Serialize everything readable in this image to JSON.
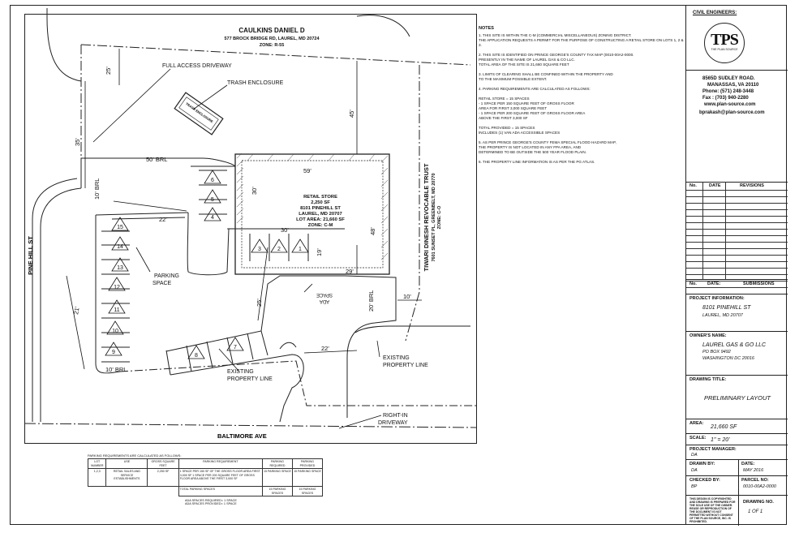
{
  "site": {
    "owner_north_name": "CAULKINS DANIEL D",
    "owner_north_address": "577 BROCK BRIDGE RD, LAUREL, MD 20724",
    "owner_north_zone": "ZONE: R-55",
    "owner_east_name": "TIWARI DINESH REVOCABLE TRUST",
    "owner_east_address": "7601 SUNSET PL, GREENBELT, MD 20770",
    "owner_east_zone": "ZONE: C-O",
    "street_west": "PINE HILL ST",
    "street_south": "BALTIMORE AVE",
    "store_lines": [
      "RETAIL STORE",
      "2,250 SF",
      "8101 PINEHILL ST",
      "LAUREL, MD 20707",
      "LOT AREA: 21,660 SF",
      "ZONE: C-M"
    ],
    "labels": {
      "full_access_driveway": "FULL ACCESS DRIVEWAY",
      "trash_enclosure": "TRASH ENCLOSURE",
      "trash_box": "TRASH ENCLOSURE",
      "parking_space": [
        "PARKING",
        "SPACE"
      ],
      "ada_space": [
        "ADA",
        "SPACE"
      ],
      "existing_property_line_1": [
        "EXISTING",
        "PROPERTY LINE"
      ],
      "existing_property_line_2": [
        "EXISTING",
        "PROPERTY LINE"
      ],
      "right_in_driveway": [
        "RIGHT-IN",
        "DRIVEWAY"
      ]
    },
    "dimensions": {
      "d25_top": "25'",
      "d35": "35'",
      "d45": "45'",
      "brl50": "50' BRL",
      "brl10_top": "10' BRL",
      "d59": "59'",
      "d30_left": "30'",
      "d48": "48'",
      "d22_top": "22'",
      "d30_mid": "30'",
      "d19": "19'",
      "d29": "29'",
      "brl20": "20' BRL",
      "d10_right": "10'",
      "d25_mid": "25'",
      "d21": "21'",
      "d22_bottom": "22'",
      "brl10_bottom": "10' BRL"
    },
    "parking_numbers": [
      "1",
      "2",
      "3",
      "4",
      "5",
      "6",
      "7",
      "8",
      "9",
      "10",
      "11",
      "12",
      "13",
      "14",
      "15"
    ]
  },
  "notes": {
    "title": "NOTES",
    "items": [
      "1. THIS SITE IS WITHIN THE C-M (COMMERCIAL MISCELLANEOUS) ZONING DISTRICT.\n   THE APPLICATION REQUESTS A PERMIT FOR THE PURPOSE OF CONSTRUCTING A RETAIL STORE ON LOTS 1, 2 & 3.",
      "2. THIS SITE IS IDENTIFIED ON PRINCE GEORGE'S COUNTY TAX MAP (0010-00A2-0000.\n   PRESENTLY IN THE NAME OF LAUREL GAS & CO LLC.\n   TOTAL AREA OF THE SITE IS 21,660 SQUARE FEET",
      "3. LIMITS OF CLEARING SHALL BE CONFINED WITHIN THE PROPERTY AND\n   TO THE MAXIMUM POSSIBLE EXTENT.",
      "4. PARKING REQUIREMENTS ARE CALCULATED AS FOLLOWS:\n\n        RETAIL STORE  = 15 SPACES\n        - 1 SPACE PER 150 SQUARE FEET OF GROSS FLOOR\n          AREA FOR FIRST 3,000 SQUARE FEET\n        - 1 SPACE PER 200 SQUARE FEET OF GROSS FLOOR AREA\n          ABOVE THE FIRST 3,000 SF\n\n              TOTAL PROVIDED = 15 SPACES\n        INCLUDES (1) VAN ADA ACCESSIBLE SPACES",
      "5. AS PER PRINCE GEORGE'S COUNTY FEMA SPECIAL FLOOD HAZARD MAP,\n   THE PROPERTY IS NOT LOCATED IN ANY FPA AREA, AND\n   DETERMINED TO BE OUTSIDE THE 500 YEAR FLOOD PLAIN.",
      "6. THE PROPERTY LINE INFORMATION IS AS PER THE PG ATLAS."
    ]
  },
  "title_block": {
    "civil_engineers": "CIVIL ENGINEERS:",
    "logo_letters": "TPS",
    "logo_sub": "THE PLAN SOURCE",
    "address_line1": "8565D SUDLEY ROAD.",
    "address_line2": "MANASSAS, VA  20110",
    "phone": "Phone: (571) 248-3448",
    "fax": "Fax : (703) 940-2280",
    "web": "www.plan-source.com",
    "email": "bprakash@plan-source.com",
    "revisions_headers": [
      "No.",
      "DATE",
      "REVISIONS"
    ],
    "submissions_headers": [
      "No.",
      "DATE:",
      "SUBMISSIONS"
    ],
    "project_info_label": "PROJECT INFORMATION:",
    "project_info_line1": "8101 PINEHILL ST",
    "project_info_line2": "LAUREL, MD 20707",
    "owner_label": "OWNER'S NAME:",
    "owner_line1": "LAUREL GAS & GO LLC",
    "owner_line2": "PO BOX 9492",
    "owner_line3": "WASHINGTON DC 20016",
    "drawing_title_label": "DRAWING TITLE:",
    "drawing_title": "PRELIMINARY LAYOUT",
    "area_label": "AREA:",
    "area_value": "21,660 SF",
    "scale_label": "SCALE:",
    "scale_value": "1\" = 20'",
    "pm_label": "PROJECT MANAGER:",
    "pm_value": "DA",
    "drawn_by_label": "DRAWN BY:",
    "drawn_by_value": "DA",
    "date_label": "DATE:",
    "date_value": "MAY 2016",
    "checked_by_label": "CHECKED BY:",
    "checked_by_value": "BP",
    "parcel_label": "PARCEL NO:",
    "parcel_value": "0010-00A2-0000",
    "disclaimer": "THIS DESIGN IS COPYRIGHTED AND DRAWING IS PREPARED FOR THE SOLE USE OF THE OWNER. REUSE OR REPRODUCTION OF THE DOCUMENT IS NOT PERMITTED WITHOUT CONSENT OF THE PLAN SOURCE, INC. IS PROHIBITED.",
    "drawing_no_label": "DRAWING NO.",
    "drawing_no_value": "1 OF 1"
  },
  "parking_table": {
    "title": "PARKING REQUIREMENTS ARE CALCULATED AS FOLLOWS:",
    "headers": [
      "LOT NUMBER",
      "USE",
      "GROSS SQUARE FEET",
      "PARKING REQUIREMENT",
      "PARKING REQUIRED",
      "PARKING PROVIDED"
    ],
    "row_lot": "1,2,3",
    "row_use": "RETAIL SALES AND SERVICE ESTABLISHMENTS",
    "row_sf": "2,250 SF",
    "row_req": "1 SPACE PER 150 SF OF THE GROSS FLOOR AREA FIRST 3,000 SF  1 SPACE PER 200 SQUARE FEET OF GROSS FLOOR AREA ABOVE THE FIRST 3,000 SF",
    "row_required": "15 PARKING SPACE",
    "row_provided": "15 PARKING SPACE",
    "total_label": "TOTAL PARKING SPACES",
    "total_required": "15 PARKING SPACES",
    "total_provided": "15 PARKING SPACES",
    "ada_required": "ADA SPACES REQUIRED= 1 SPACE",
    "ada_provided": "ADA SPACES PROVIDED= 1 SPACE"
  }
}
